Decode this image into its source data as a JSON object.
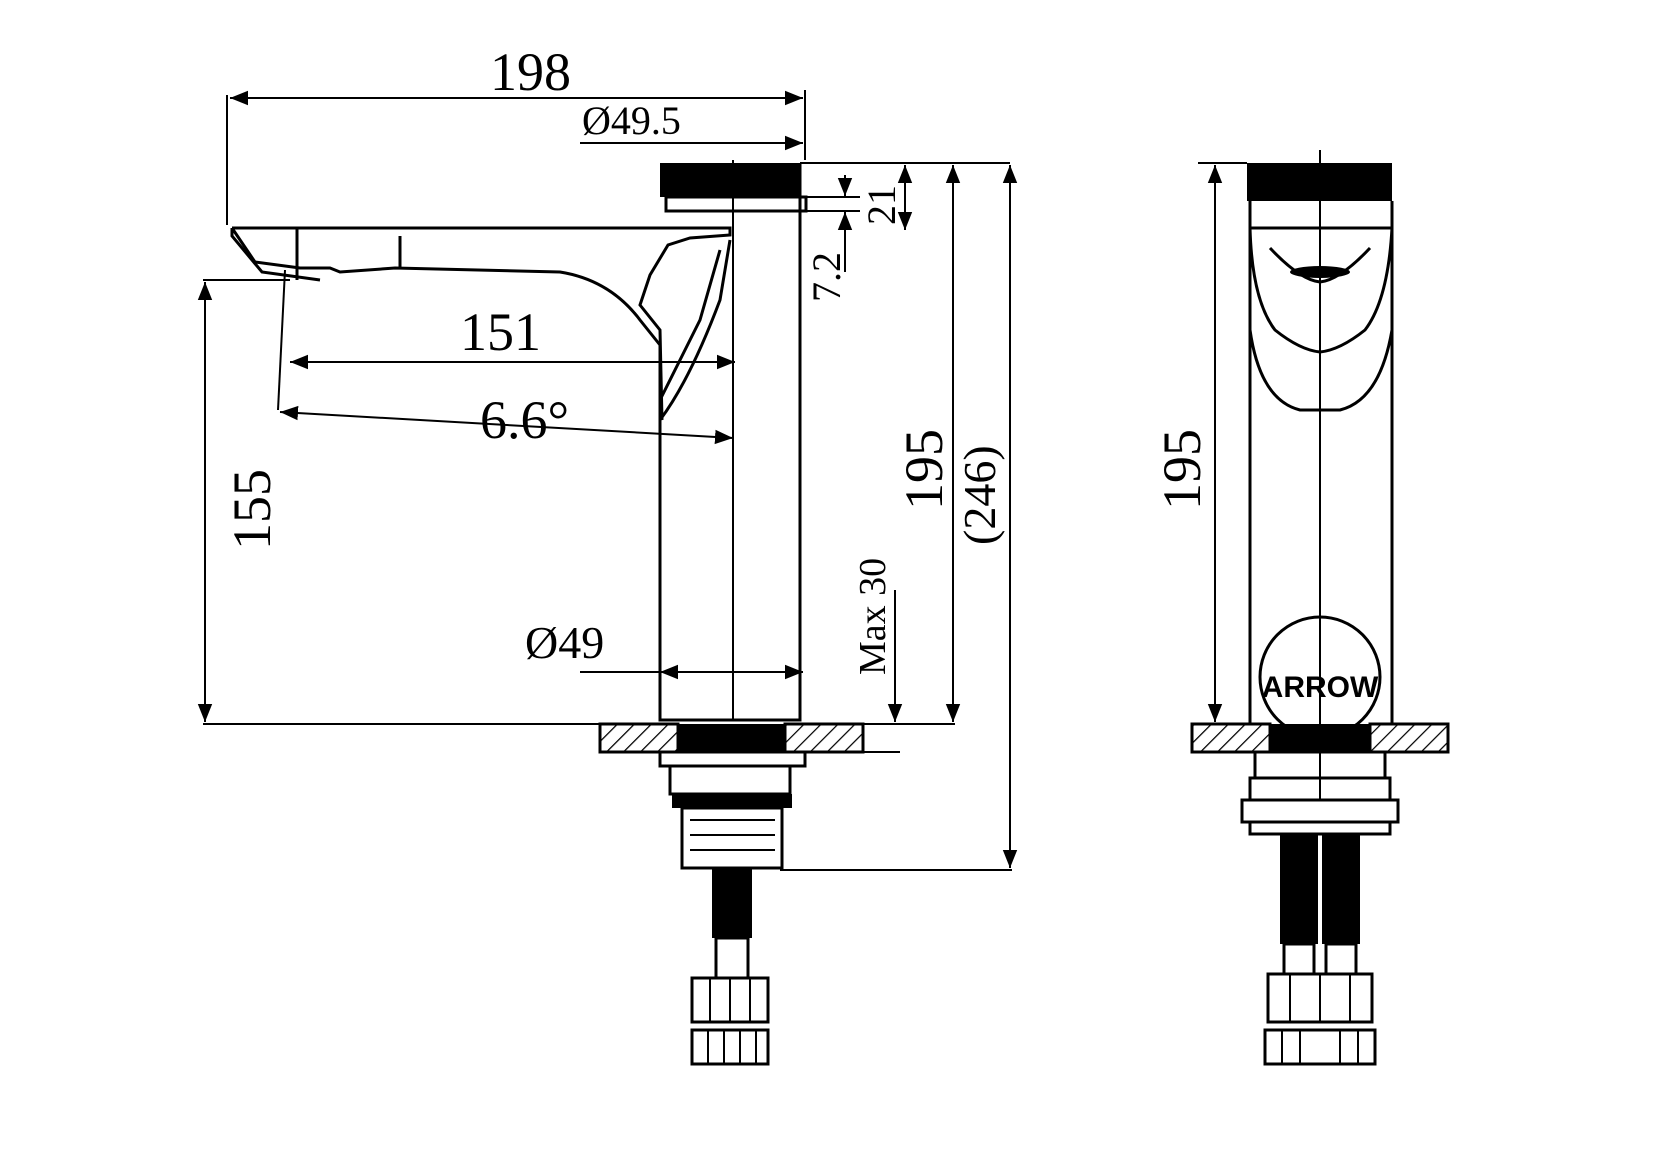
{
  "dimensions": {
    "overall_length": "198",
    "aerator_diameter": "Ø49.5",
    "spout_reach": "151",
    "spout_angle": "6.6°",
    "spout_height": "155",
    "top_cap_height": "21",
    "cap_gap": "7.2",
    "body_height_side": "195",
    "overall_height": "(246)",
    "max_deck": "Max 30",
    "base_diameter": "Ø49",
    "body_height_front": "195"
  },
  "brand_label": "ARROW"
}
